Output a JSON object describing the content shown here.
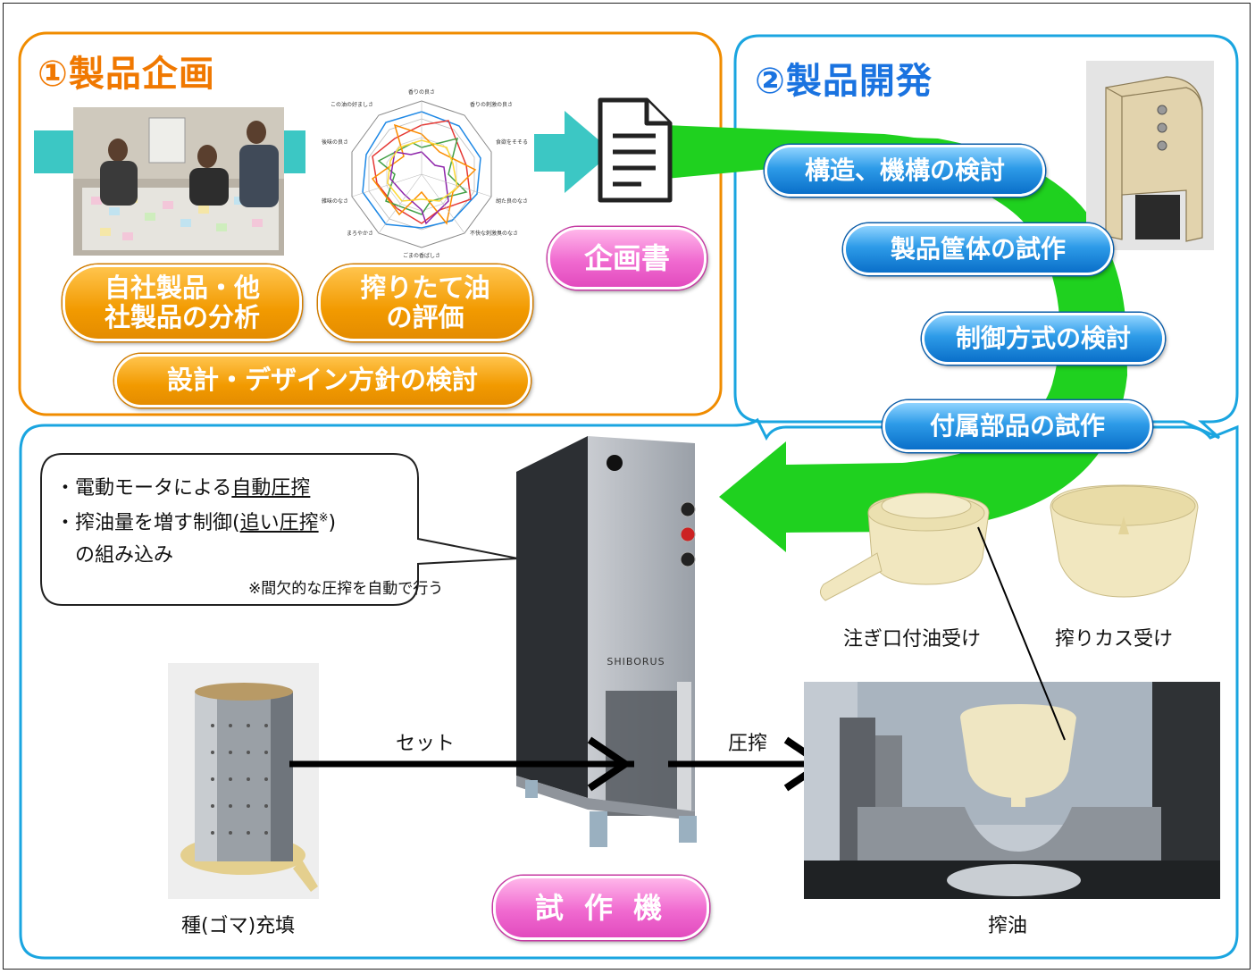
{
  "panel1": {
    "title": "①製品企画",
    "pill_analysis": [
      "自社製品・他",
      "社製品の分析"
    ],
    "pill_evaluation": [
      "搾りたて油",
      "の評価"
    ],
    "pill_design": "設計・デザイン方針の検討",
    "document_label": "企画書",
    "radar_labels": [
      "香りの良さ",
      "香りの刺激の良さ",
      "食欲をそそる",
      "胡た良のなさ",
      "不快な刺激臭のなさ",
      "ごまの香ばしさ",
      "まろやかさ",
      "雑味のなさ",
      "後味の良さ",
      "この油の好ましさ"
    ]
  },
  "panel2": {
    "title": "②製品開発",
    "steps": [
      "構造、機構の検討",
      "製品筐体の試作",
      "制御方式の検討",
      "付属部品の試作"
    ]
  },
  "panel3": {
    "callout": {
      "line1_prefix": "・電動モータによる",
      "line1_underlined": "自動圧搾",
      "line2_prefix": "・搾油量を増す制御(",
      "line2_underlined": "追い圧搾",
      "line2_mark": "※",
      "line2_suffix": ")",
      "line3": "の組み込み",
      "note": "※間欠的な圧搾を自動で行う"
    },
    "machine_brand": "SHIBORUS",
    "prototype_label": "試 作 機",
    "captions": {
      "seed_fill": "種(ゴマ)充填",
      "spout_receiver": "注ぎ口付油受け",
      "residue_receiver": "搾りカス受け",
      "oil_press": "搾油"
    },
    "arrow_set": "セット",
    "arrow_press": "圧搾"
  },
  "colors": {
    "orange": "#f08c00",
    "blue": "#1aa5e0",
    "green": "#1fd11f",
    "teal": "#3cc7c4",
    "pink": "#ee5ccb",
    "orange_text": "#f07800",
    "blue_text": "#1a73e0"
  }
}
